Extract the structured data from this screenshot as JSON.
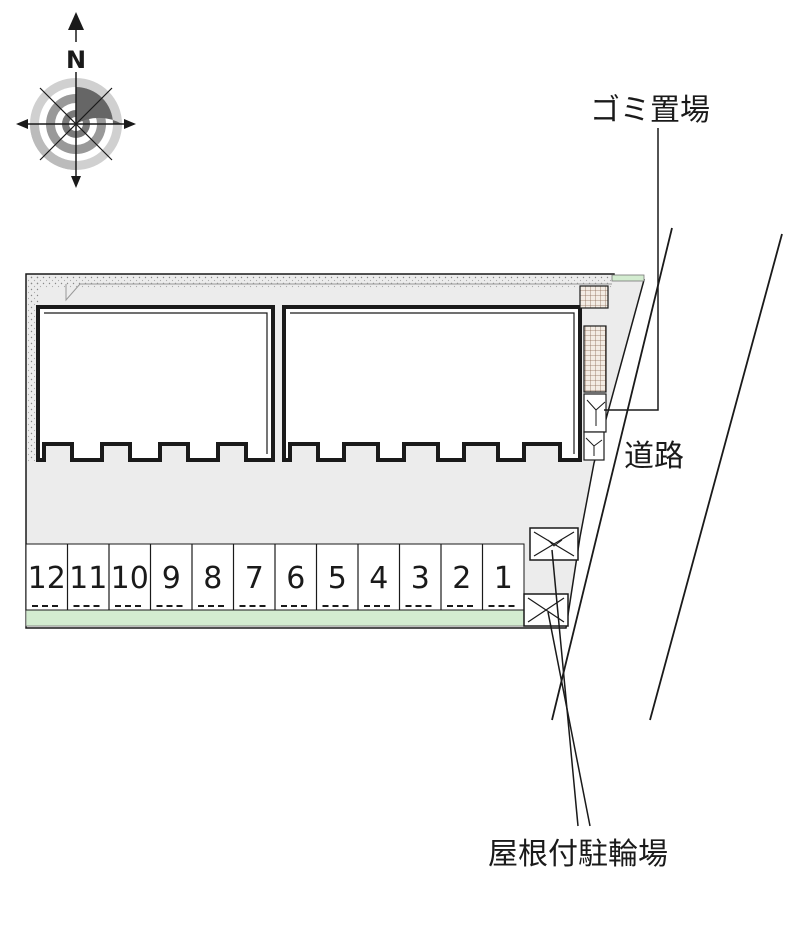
{
  "compass": {
    "north_label": "N"
  },
  "labels": {
    "garbage_area": "ゴミ置場",
    "road": "道路",
    "bicycle_parking": "屋根付駐輪場"
  },
  "parking_spaces": [
    "12",
    "11",
    "10",
    "9",
    "8",
    "7",
    "6",
    "5",
    "4",
    "3",
    "2",
    "1"
  ],
  "colors": {
    "lot_fill": "#ececec",
    "greenery": "#d3ecd0",
    "outline": "#1a1a1a"
  }
}
